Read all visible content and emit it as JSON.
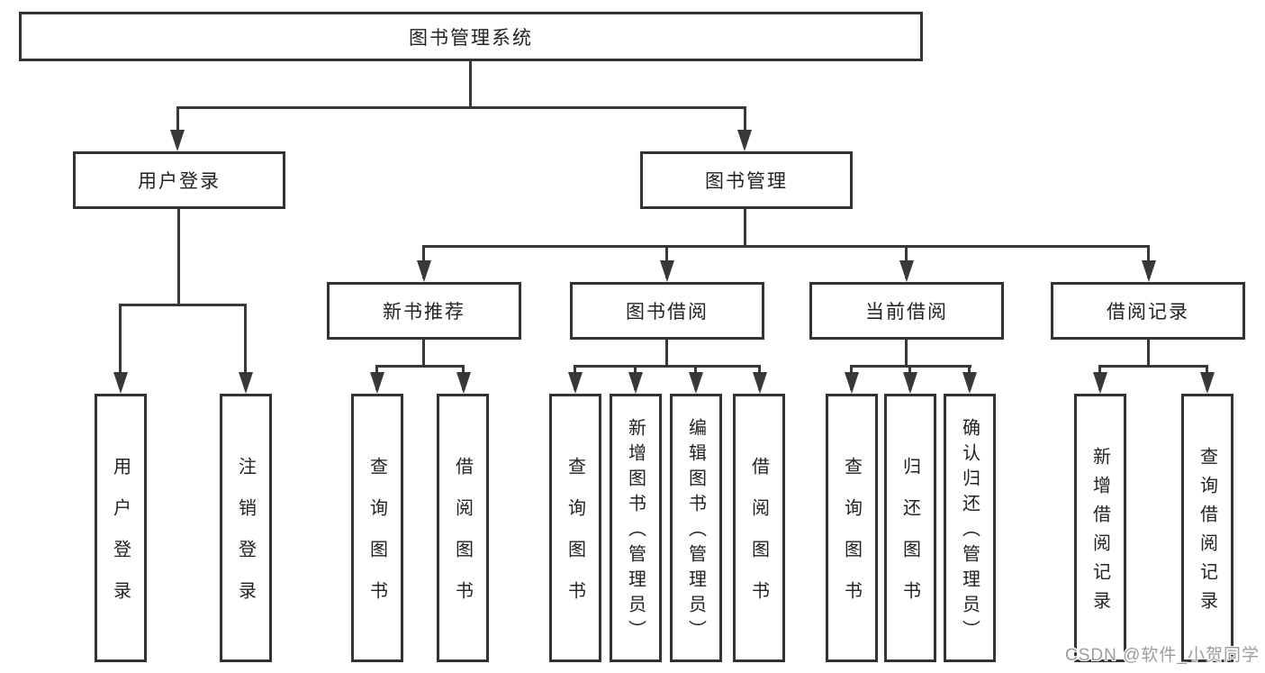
{
  "diagram": {
    "root": {
      "label": "图书管理系统"
    },
    "branches": [
      {
        "label": "用户登录",
        "children": [
          {
            "label": "用户登录"
          },
          {
            "label": "注销登录"
          }
        ]
      },
      {
        "label": "图书管理",
        "children": [
          {
            "label": "新书推荐",
            "children": [
              {
                "label": "查询图书"
              },
              {
                "label": "借阅图书"
              }
            ]
          },
          {
            "label": "图书借阅",
            "children": [
              {
                "label": "查询图书"
              },
              {
                "label": "新增图书（管理员）"
              },
              {
                "label": "编辑图书（管理员）"
              },
              {
                "label": "借阅图书"
              }
            ]
          },
          {
            "label": "当前借阅",
            "children": [
              {
                "label": "查询图书"
              },
              {
                "label": "归还图书"
              },
              {
                "label": "确认归还（管理员）"
              }
            ]
          },
          {
            "label": "借阅记录",
            "children": [
              {
                "label": "新增借阅记录"
              },
              {
                "label": "查询借阅记录"
              }
            ]
          }
        ]
      }
    ]
  },
  "colors": {
    "line": "#383838",
    "border": "#333333",
    "watermark": "#9c9c9c"
  },
  "watermark": {
    "text": "CSDN @软件_小贺同学"
  }
}
